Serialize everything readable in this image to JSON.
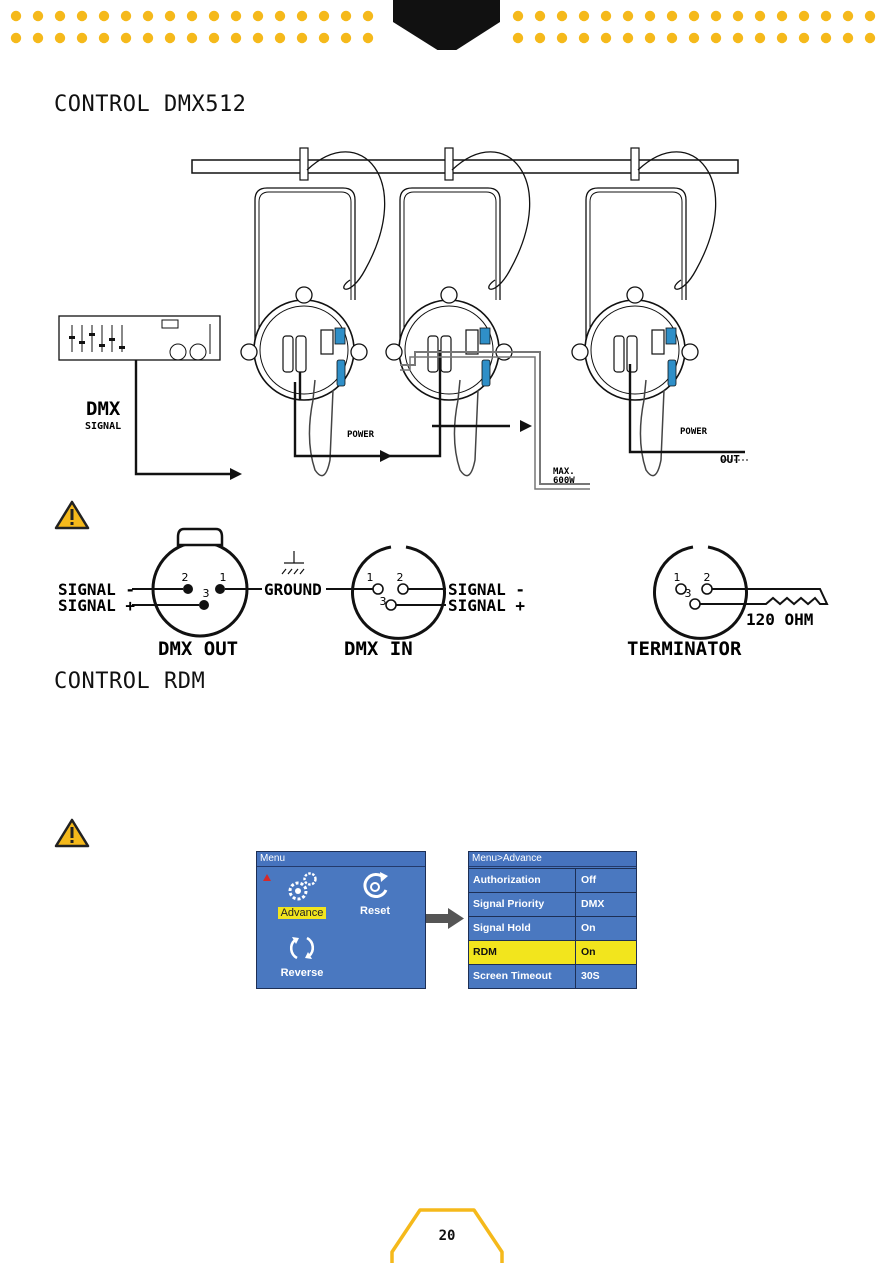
{
  "section_dmx": {
    "title": "CONTROL DMX512"
  },
  "diagram": {
    "dmx_label": "DMX",
    "signal_label": "SIGNAL",
    "power_label_1": "POWER",
    "power_label_2": "POWER",
    "max_label_line1": "MAX.",
    "max_label_line2": "600W",
    "out_label": "OUT"
  },
  "pinout": {
    "signal_minus": "SIGNAL -",
    "signal_plus": "SIGNAL +",
    "ground": "GROUND",
    "signal_minus_right": "SIGNAL -",
    "signal_plus_right": "SIGNAL +",
    "dmx_out": "DMX OUT",
    "dmx_in": "DMX IN",
    "terminator": "TERMINATOR",
    "ohm": "120 OHM",
    "pin1": "1",
    "pin2": "2",
    "pin3": "3"
  },
  "section_rdm": {
    "title": "CONTROL RDM"
  },
  "menu_screen": {
    "title": "Menu",
    "items": {
      "advance": "Advance",
      "reset": "Reset",
      "reverse": "Reverse"
    }
  },
  "advance_screen": {
    "title": "Menu>Advance",
    "rows": [
      {
        "key": "Authorization",
        "value": "Off"
      },
      {
        "key": "Signal Priority",
        "value": "DMX"
      },
      {
        "key": "Signal Hold",
        "value": "On"
      },
      {
        "key": "RDM",
        "value": "On"
      },
      {
        "key": "Screen Timeout",
        "value": "30S"
      }
    ]
  },
  "footer": {
    "page_number": "20"
  },
  "colors": {
    "accent": "#f5b91b",
    "lcd_bg": "#4a78c0",
    "highlight": "#f2e51d",
    "cable_blue": "#2f8fc8"
  }
}
